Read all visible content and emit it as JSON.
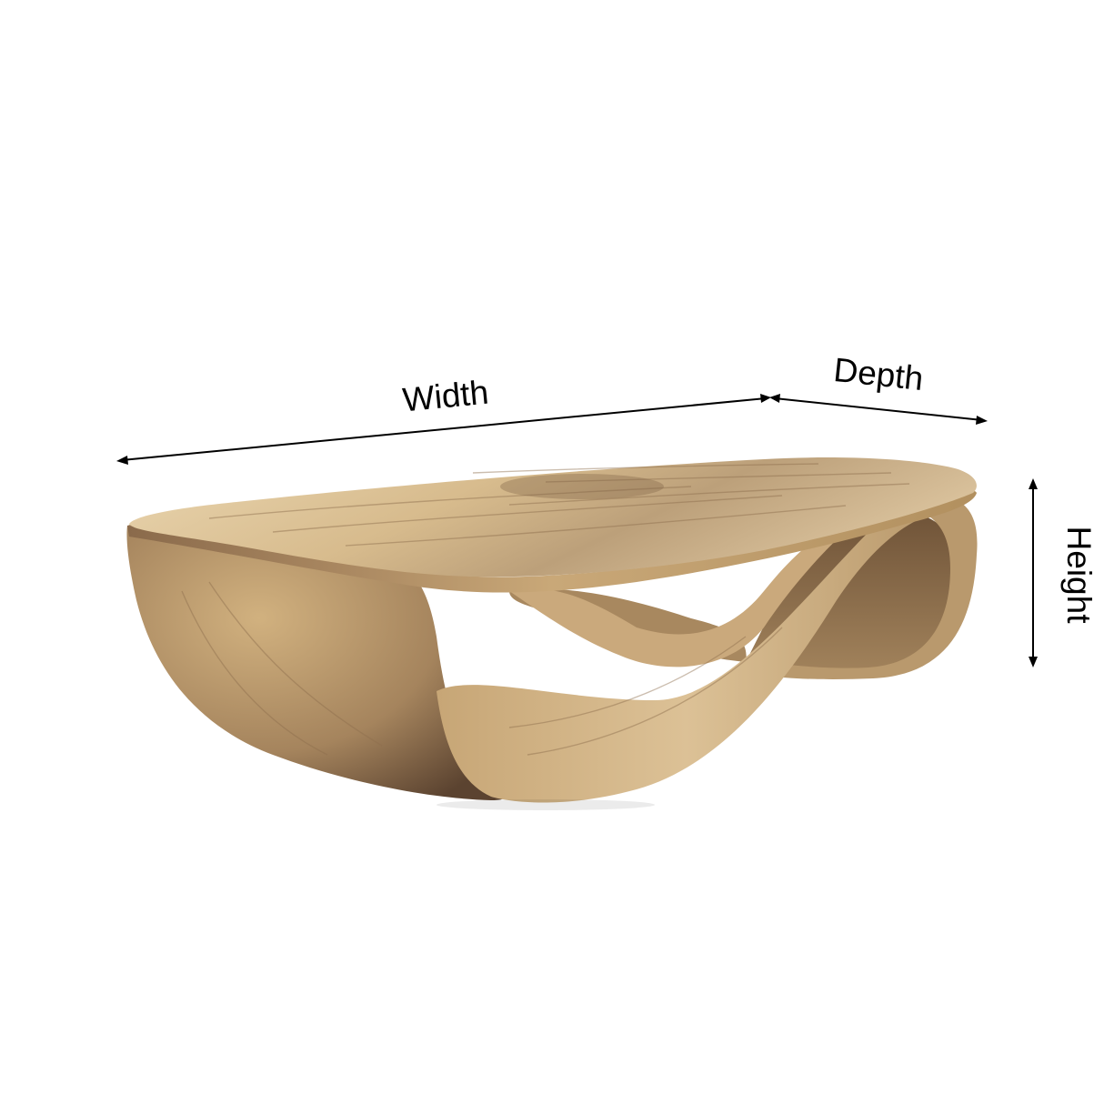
{
  "dimensions": {
    "width_label": "Width",
    "depth_label": "Depth",
    "height_label": "Height"
  },
  "colors": {
    "background": "#ffffff",
    "annotation": "#000000",
    "wood_light": "#e6cfa6",
    "wood_mid": "#c9a878",
    "wood_dark": "#7f6245",
    "wood_shadow": "#3f2f22"
  }
}
